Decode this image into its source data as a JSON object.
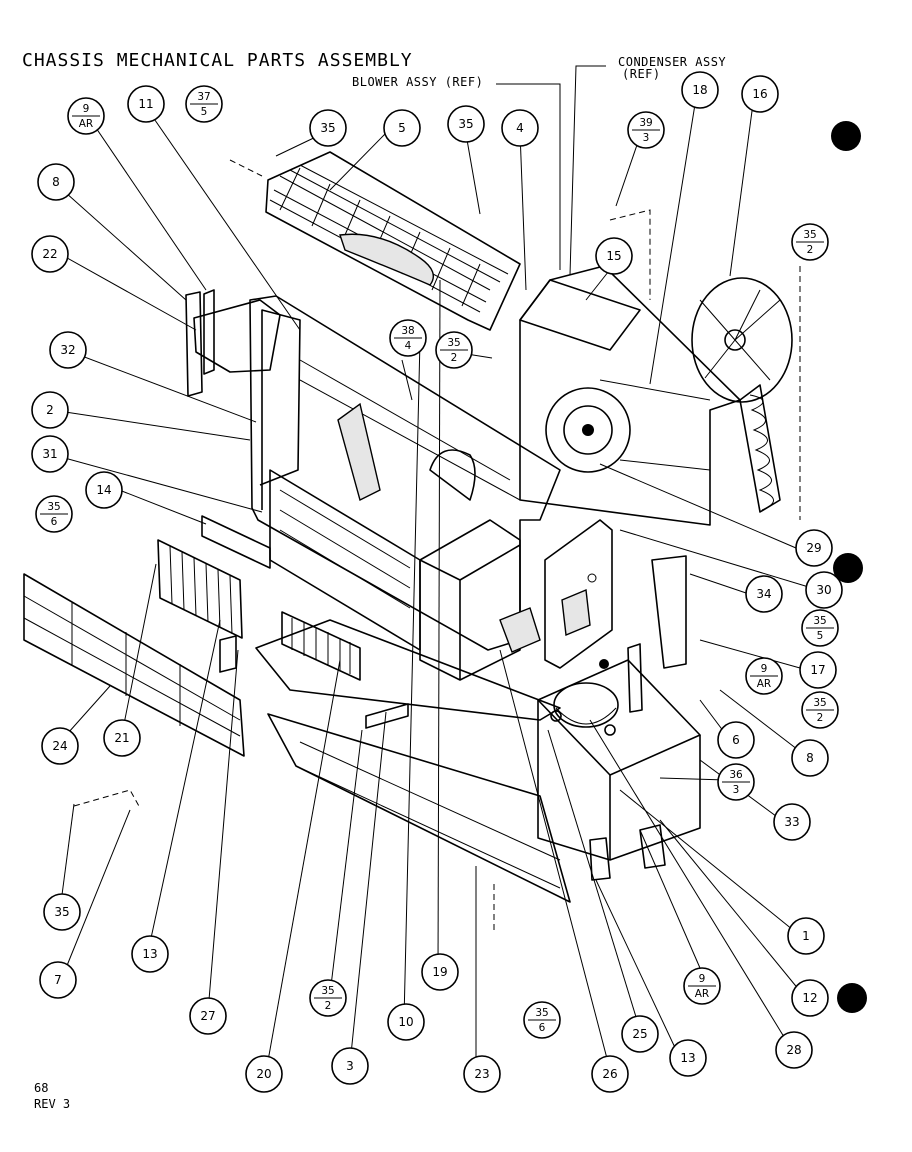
{
  "title": "CHASSIS MECHANICAL PARTS ASSEMBLY",
  "references": {
    "blower": "BLOWER ASSY (REF)",
    "condenser_line1": "CONDENSER ASSY",
    "condenser_line2": "(REF)"
  },
  "footer": {
    "page": "68",
    "rev": "REV 3"
  },
  "callouts": [
    {
      "id": "c-11",
      "text": "11"
    },
    {
      "id": "c-8a",
      "text": "8"
    },
    {
      "id": "c-22",
      "text": "22"
    },
    {
      "id": "c-32",
      "text": "32"
    },
    {
      "id": "c-2",
      "text": "2"
    },
    {
      "id": "c-31",
      "text": "31"
    },
    {
      "id": "c-14",
      "text": "14"
    },
    {
      "id": "c-35a",
      "text": "35"
    },
    {
      "id": "c-5",
      "text": "5"
    },
    {
      "id": "c-35b",
      "text": "35"
    },
    {
      "id": "c-4",
      "text": "4"
    },
    {
      "id": "c-18",
      "text": "18"
    },
    {
      "id": "c-16",
      "text": "16"
    },
    {
      "id": "c-15",
      "text": "15"
    },
    {
      "id": "c-29",
      "text": "29"
    },
    {
      "id": "c-30",
      "text": "30"
    },
    {
      "id": "c-34",
      "text": "34"
    },
    {
      "id": "c-17",
      "text": "17"
    },
    {
      "id": "c-6",
      "text": "6"
    },
    {
      "id": "c-8b",
      "text": "8"
    },
    {
      "id": "c-33",
      "text": "33"
    },
    {
      "id": "c-1",
      "text": "1"
    },
    {
      "id": "c-12",
      "text": "12"
    },
    {
      "id": "c-28",
      "text": "28"
    },
    {
      "id": "c-13a",
      "text": "13"
    },
    {
      "id": "c-25",
      "text": "25"
    },
    {
      "id": "c-26",
      "text": "26"
    },
    {
      "id": "c-23",
      "text": "23"
    },
    {
      "id": "c-3",
      "text": "3"
    },
    {
      "id": "c-20",
      "text": "20"
    },
    {
      "id": "c-10",
      "text": "10"
    },
    {
      "id": "c-19",
      "text": "19"
    },
    {
      "id": "c-27",
      "text": "27"
    },
    {
      "id": "c-13b",
      "text": "13"
    },
    {
      "id": "c-7",
      "text": "7"
    },
    {
      "id": "c-35c",
      "text": "35"
    },
    {
      "id": "c-24",
      "text": "24"
    },
    {
      "id": "c-21",
      "text": "21"
    }
  ],
  "fraction_callouts": [
    {
      "id": "f-9-ar-a",
      "top": "9",
      "bottom": "AR"
    },
    {
      "id": "f-37-5",
      "top": "37",
      "bottom": "5"
    },
    {
      "id": "f-39-3",
      "top": "39",
      "bottom": "3"
    },
    {
      "id": "f-35-2-a",
      "top": "35",
      "bottom": "2"
    },
    {
      "id": "f-38-4",
      "top": "38",
      "bottom": "4"
    },
    {
      "id": "f-35-2-b",
      "top": "35",
      "bottom": "2"
    },
    {
      "id": "f-35-6-a",
      "top": "35",
      "bottom": "6"
    },
    {
      "id": "f-35-5",
      "top": "35",
      "bottom": "5"
    },
    {
      "id": "f-9-ar-b",
      "top": "9",
      "bottom": "AR"
    },
    {
      "id": "f-35-2-c",
      "top": "35",
      "bottom": "2"
    },
    {
      "id": "f-36-3",
      "top": "36",
      "bottom": "3"
    },
    {
      "id": "f-9-ar-c",
      "top": "9",
      "bottom": "AR"
    },
    {
      "id": "f-35-6-b",
      "top": "35",
      "bottom": "6"
    },
    {
      "id": "f-35-2-d",
      "top": "35",
      "bottom": "2"
    }
  ],
  "colors": {
    "ink": "#000000",
    "paper": "#ffffff"
  }
}
